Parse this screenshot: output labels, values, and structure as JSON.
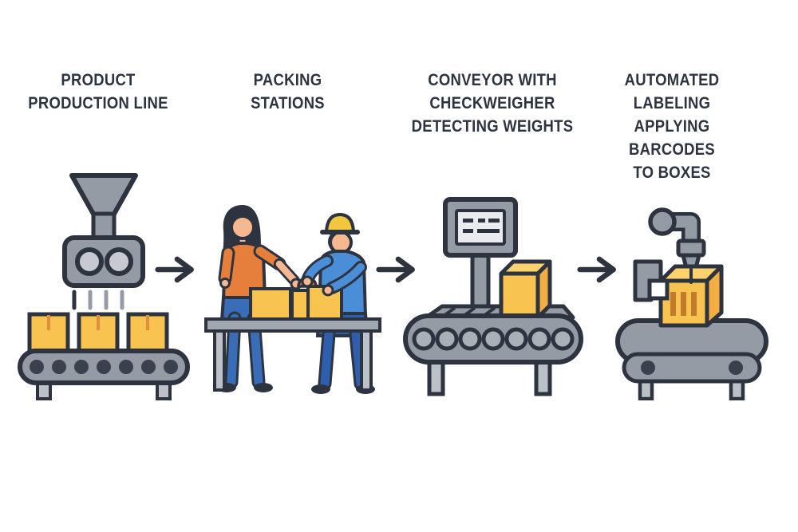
{
  "palette": {
    "background": "#ffffff",
    "outline": "#2d3440",
    "gray": "#949ba5",
    "gray-light": "#c7cbd1",
    "screen": "#e9ebee",
    "roller-dark": "#3a404d",
    "roller-inner": "#aab0b8",
    "table-gray": "#a2a8b0",
    "leg-gray": "#bcc1c7",
    "yellow": "#f9c34f",
    "yellow-top": "#fbd26c",
    "yellow-side": "#f2ae41",
    "tape-orange": "#df8f3c",
    "barcode-brown": "#c07c2c",
    "shirt-orange": "#e67e3c",
    "dispenser-orange": "#e2702f",
    "shirt-blue": "#4b8ed8",
    "jeans-blue": "#3a6db8",
    "pants-blue": "#2e5fae",
    "skin": "#f6b890",
    "hat-yellow": "#f2c63e"
  },
  "stages": [
    {
      "id": "production-line",
      "label": "PRODUCT\nPRODUCTION LINE",
      "icons": [
        "hopper-icon",
        "filling-machine-icon",
        "box-icon",
        "conveyor-icon"
      ]
    },
    {
      "id": "packing-stations",
      "label": "PACKING\nSTATIONS",
      "icons": [
        "female-worker-icon",
        "male-worker-icon",
        "tape-dispenser-icon",
        "box-icon",
        "packing-table-icon"
      ]
    },
    {
      "id": "checkweigher",
      "label": "CONVEYOR WITH\nCHECKWEIGHER\nDETECTING WEIGHTS",
      "icons": [
        "weight-display-icon",
        "box-icon",
        "conveyor-icon"
      ]
    },
    {
      "id": "automated-labeling",
      "label": "AUTOMATED\nLABELING\nAPPLYING\nBARCODES\nTO BOXES",
      "icons": [
        "robot-arm-icon",
        "label-applicator-icon",
        "barcode-box-icon",
        "conveyor-icon"
      ]
    }
  ],
  "arrows": {
    "glyph": "→",
    "meaning": "process flow",
    "count": 3
  }
}
